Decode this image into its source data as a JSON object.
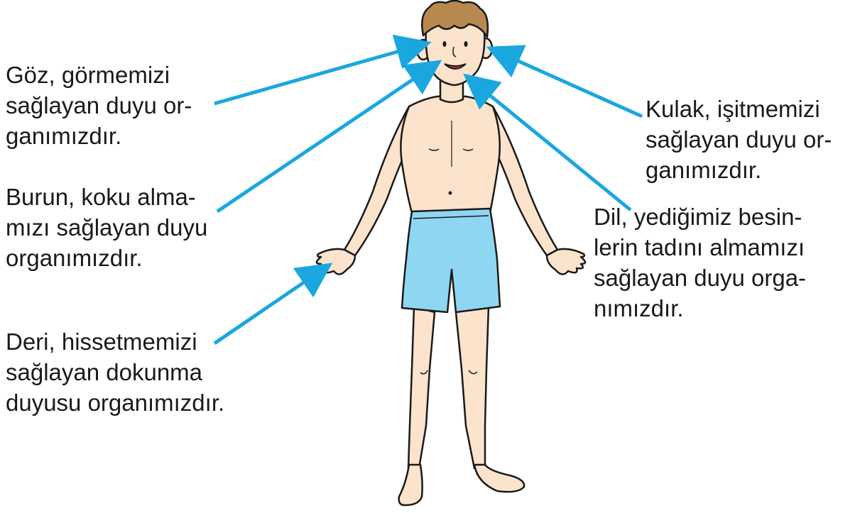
{
  "labels": {
    "eye": "Göz, görmemizi\nsağlayan duyu or-\nganımızdır.",
    "nose": "Burun, koku alma-\nmızı sağlayan duyu\norganımızdır.",
    "skin": "Deri, hissetmemizi\nsağlayan dokunma\nduyusu organımızdır.",
    "ear": "Kulak, işitmemizi\nsağlayan duyu or-\nganımızdır.",
    "tongue": "Dil, yediğimiz besin-\nlerin tadını almamızı\nsağlayan duyu orga-\nnımızdır."
  },
  "colors": {
    "arrow": "#1aa7e0",
    "skin": "#fbe3cc",
    "shorts": "#8fd6f2",
    "hair": "#b8894f",
    "outline": "#1a1a1a"
  }
}
